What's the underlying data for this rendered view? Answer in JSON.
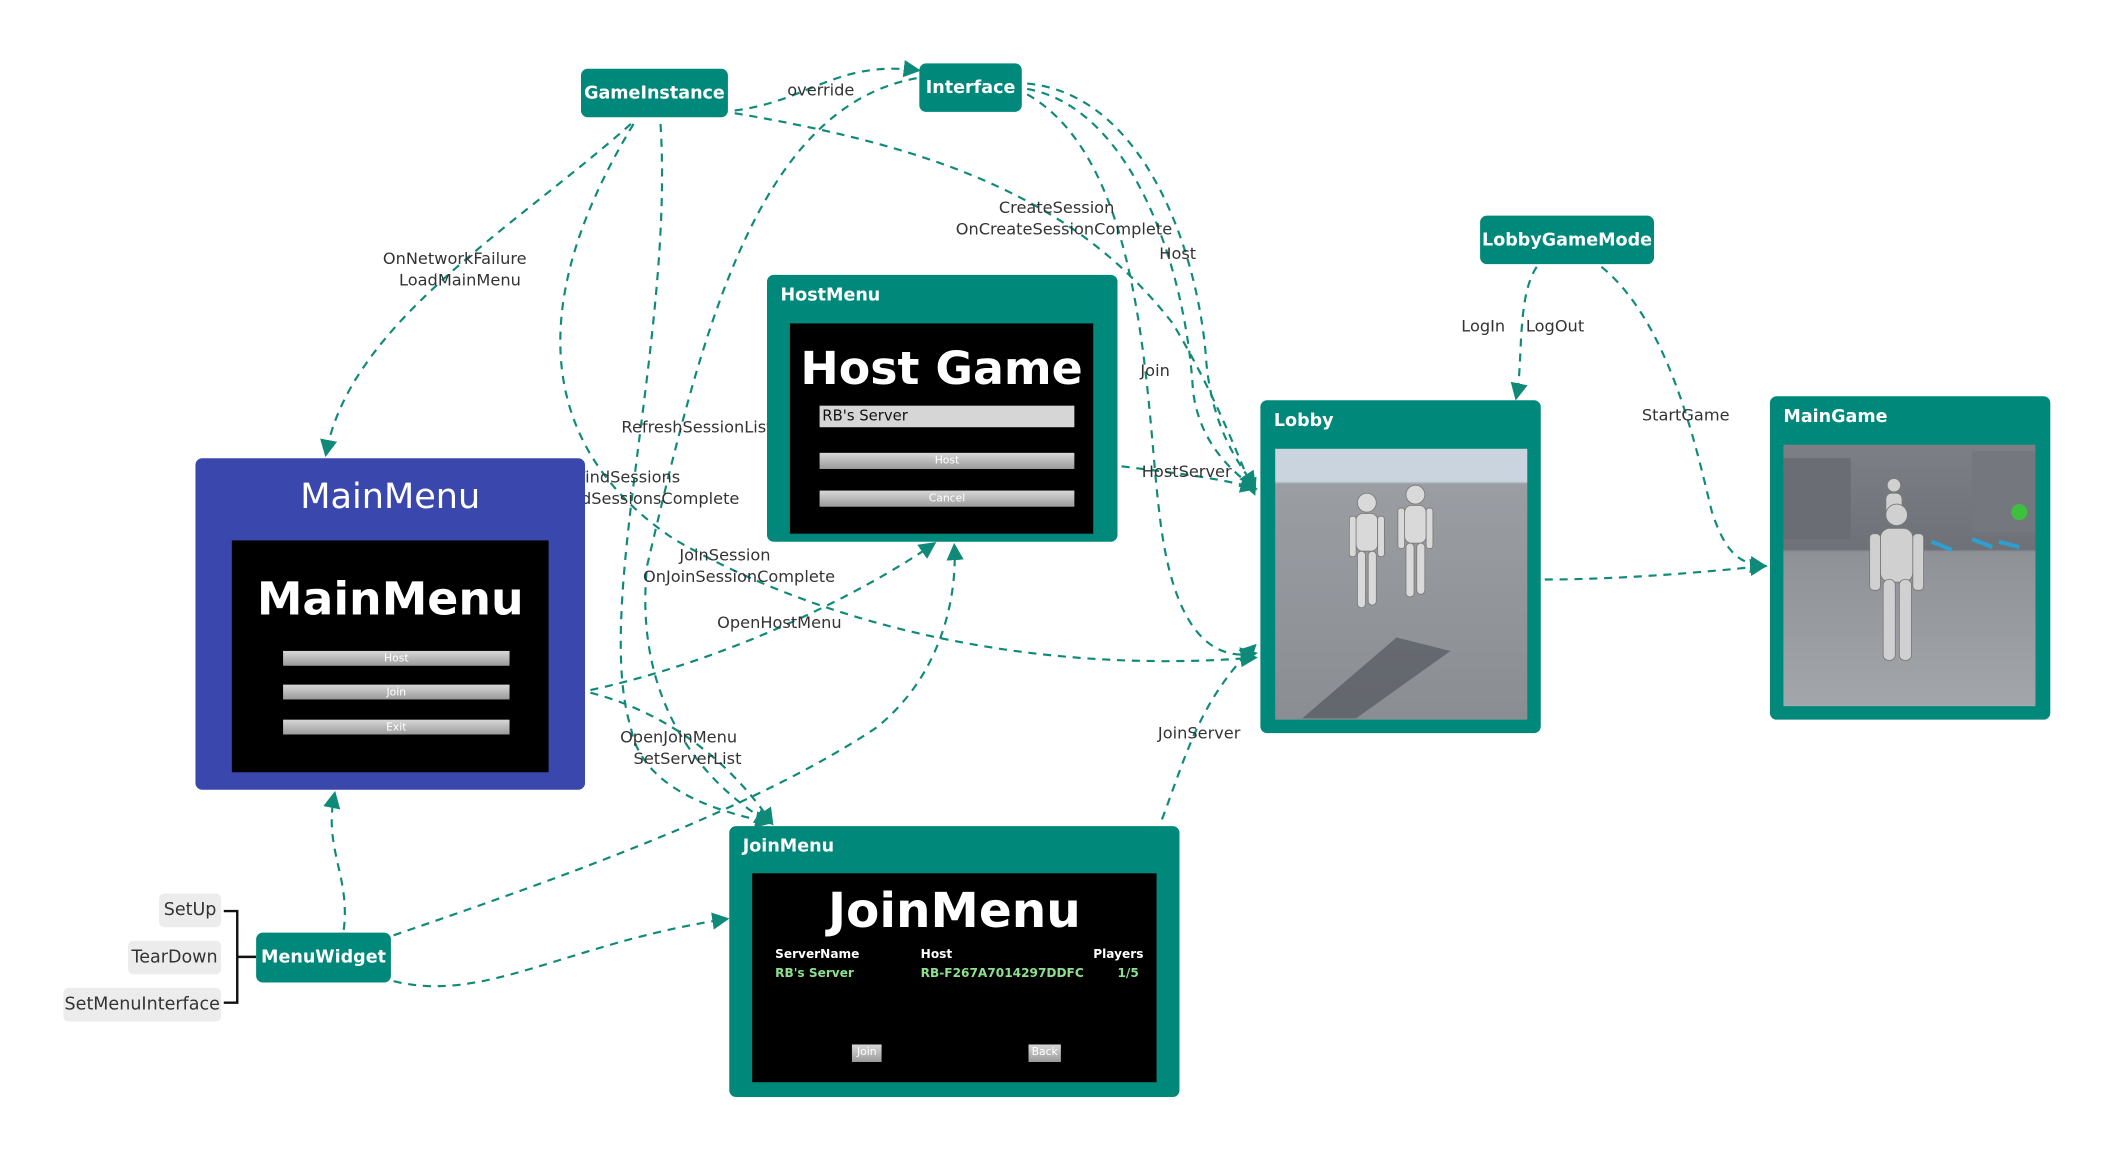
{
  "nodes": {
    "game_instance": "GameInstance",
    "interface": "Interface",
    "lobby_game_mode": "LobbyGameMode",
    "menu_widget": "MenuWidget"
  },
  "main_menu": {
    "title": "MainMenu",
    "screen_title": "MainMenu",
    "buttons": [
      "Host",
      "Join",
      "Exit"
    ]
  },
  "host_menu": {
    "title": "HostMenu",
    "screen_title": "Host Game",
    "server_name": "RB's Server",
    "buttons": [
      "Host",
      "Cancel"
    ]
  },
  "join_menu": {
    "title": "JoinMenu",
    "screen_title": "JoinMenu",
    "columns": [
      "ServerName",
      "Host",
      "Players"
    ],
    "row": [
      "RB's Server",
      "RB-F267A7014297DDFC",
      "1/5"
    ],
    "buttons": [
      "Join",
      "Back"
    ]
  },
  "lobby": {
    "title": "Lobby"
  },
  "main_game": {
    "title": "MainGame"
  },
  "menu_widget_methods": [
    "SetUp",
    "TearDown",
    "SetMenuInterface"
  ],
  "edge_labels": {
    "override": "override",
    "network_failure": "OnNetworkFailure",
    "load_main_menu": "LoadMainMenu",
    "create_session": "CreateSession",
    "on_create_session_complete": "OnCreateSessionComplete",
    "host": "Host",
    "join": "Join",
    "refresh_session_list": "RefreshSessionList",
    "find_sessions": "FindSessions",
    "on_find_sessions_complete": "OnFindSessionsComplete",
    "join_session": "JoinSession",
    "on_join_session_complete": "OnJoinSessionComplete",
    "open_host_menu": "OpenHostMenu",
    "open_join_menu": "OpenJoinMenu",
    "set_server_list": "SetServerList",
    "host_server": "HostServer",
    "join_server": "JoinServer",
    "login": "LogIn",
    "logout": "LogOut",
    "start_game": "StartGame"
  },
  "colors": {
    "teal": "#00887a",
    "main_menu_blue": "#3a47ad",
    "edge": "#0f8a78",
    "server_green": "#8de08d"
  }
}
